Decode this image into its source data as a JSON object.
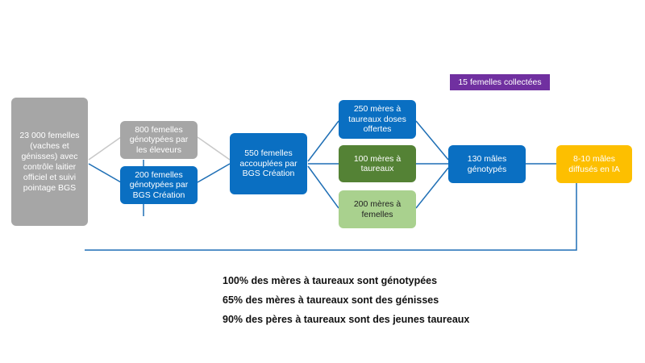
{
  "boxes": {
    "females_total": "23 000 femelles (vaches et génisses) avec contrôle laitier officiel et suivi pointage BGS",
    "genotyped_breeders": "800 femelles génotypées par les éleveurs",
    "genotyped_bgs": "200 femelles génotypées par BGS Création",
    "mated_bgs": "550 femelles accouplées par BGS Création",
    "bull_mothers_offered": "250 mères à taureaux doses offertes",
    "bull_mothers": "100 mères à taureaux",
    "female_mothers": "200 mères à femelles",
    "males_genotyped": "130 mâles génotypés",
    "males_ai": "8-10 mâles diffusés en IA",
    "collected": "15 femelles collectées"
  },
  "colors": {
    "grey": "#a6a6a6",
    "blue": "#0a6fc2",
    "green": "#548235",
    "light_green": "#a9d18e",
    "yellow": "#fdbf00",
    "purple": "#7030a0",
    "connector_blue": "#1f6fb5",
    "connector_grey": "#c8c8c8"
  },
  "stats": [
    "100% des mères à taureaux sont génotypées",
    "65% des mères à taureaux sont des génisses",
    "90% des pères à taureaux sont des jeunes taureaux"
  ]
}
